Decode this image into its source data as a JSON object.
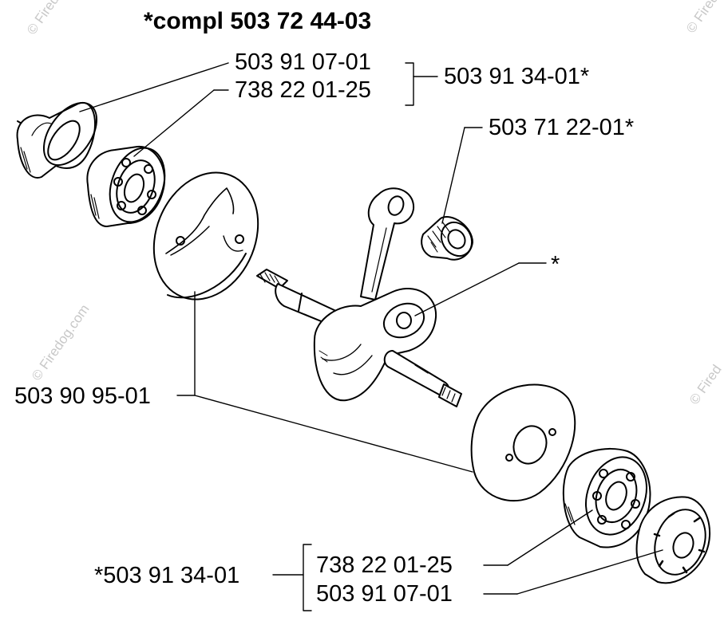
{
  "title": "*compl 503 72 44-03",
  "labels": {
    "bearing_left_outer": "503 91 07-01",
    "bearing_left_inner": "738 22 01-25",
    "kit_top": "503 91 34-01*",
    "needle_bearing": "503 71 22-01*",
    "crankshaft": "*",
    "crank_half": "503 90 95-01",
    "kit_bottom": "*503 91 34-01",
    "bearing_right_inner": "738 22 01-25",
    "bearing_right_outer": "503 91 07-01"
  },
  "watermarks": {
    "top_left": "© Firedog",
    "top_right": "© Fired",
    "center_left": "© Firedog.com",
    "right_edge": "© Fired"
  }
}
